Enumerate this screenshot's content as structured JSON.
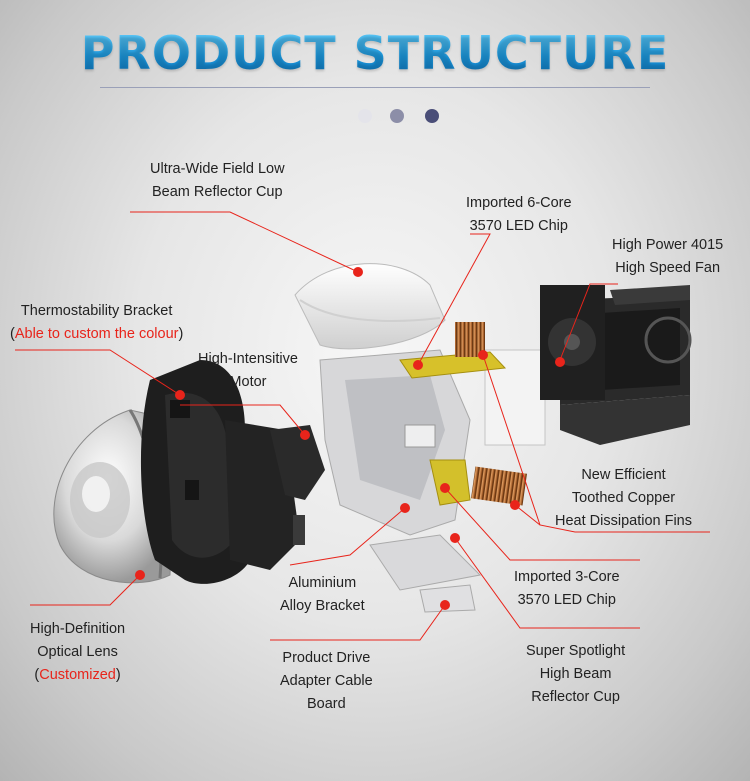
{
  "title": "PRODUCT STRUCTURE",
  "carousel_dots": [
    {
      "color": "#e4e4ea"
    },
    {
      "color": "#8c8ea8"
    },
    {
      "color": "#4a4e78"
    }
  ],
  "colors": {
    "accent_red": "#e8241b",
    "title_blue": "#1e9be0"
  },
  "labels": {
    "low_beam_cup": {
      "line1": "Ultra-Wide Field Low",
      "line2": "Beam Reflector Cup"
    },
    "led6": {
      "line1": "Imported 6-Core",
      "line2": "3570 LED Chip"
    },
    "fan": {
      "line1": "High Power 4015",
      "line2": "High Speed Fan"
    },
    "bracket": {
      "line1": "Thermostability Bracket",
      "open": "(",
      "red": "Able to custom the colour",
      "close": ")"
    },
    "motor": {
      "line1": "High-Intensitive",
      "line2": "Motor"
    },
    "copper": {
      "line1": "New Efficient",
      "line2": "Toothed Copper",
      "line3": "Heat Dissipation Fins"
    },
    "alu": {
      "line1": "Aluminium",
      "line2": "Alloy Bracket"
    },
    "led3": {
      "line1": "Imported 3-Core",
      "line2": "3570 LED Chip"
    },
    "lens": {
      "line1": "High-Definition",
      "line2": "Optical Lens",
      "open": "(",
      "red": "Customized",
      "close": ")"
    },
    "drive": {
      "line1": "Product Drive",
      "line2": "Adapter Cable",
      "line3": "Board"
    },
    "high_beam_cup": {
      "line1": "Super Spotlight",
      "line2": "High Beam",
      "line3": "Reflector Cup"
    }
  }
}
